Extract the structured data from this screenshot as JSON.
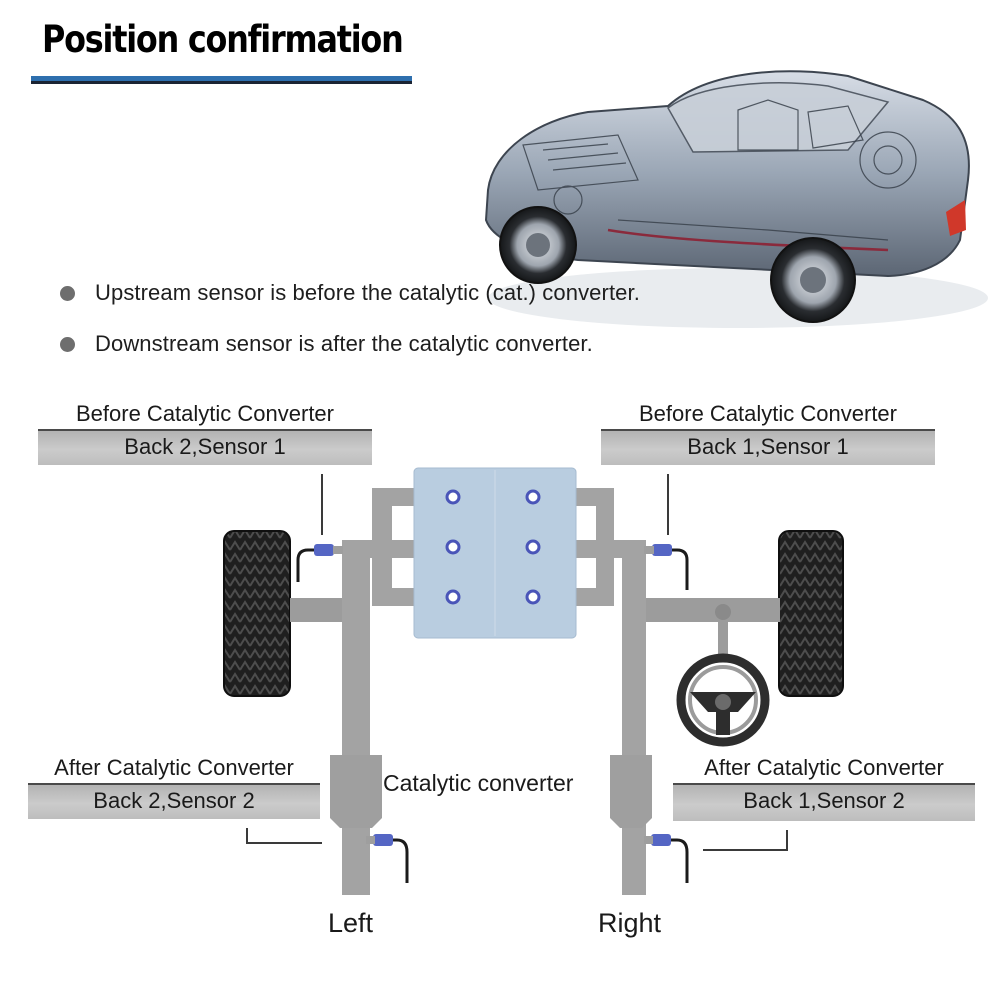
{
  "title": "Position confirmation",
  "bullets": [
    "Upstream sensor is before the catalytic (cat.) converter.",
    "Downstream sensor is after the catalytic converter."
  ],
  "labels": {
    "top_left": {
      "heading": "Before Catalytic Converter",
      "sub": "Back 2,Sensor 1"
    },
    "top_right": {
      "heading": "Before Catalytic Converter",
      "sub": "Back 1,Sensor 1"
    },
    "bottom_left": {
      "heading": "After Catalytic Converter",
      "sub": "Back 2,Sensor 2"
    },
    "bottom_right": {
      "heading": "After Catalytic Converter",
      "sub": "Back 1,Sensor 2"
    }
  },
  "catalytic_label": "Catalytic converter",
  "side_left": "Left",
  "side_right": "Right",
  "colors": {
    "title_underline": "#2e6fae",
    "pipe_gray": "#a3a3a3",
    "engine_blue": "#b9cde0",
    "sensor_blue": "#5466c4",
    "label_band": "#c2c2c2"
  },
  "icons": [
    "car-illustration",
    "engine-block",
    "steering-wheel-icon",
    "tire-icon",
    "oxygen-sensor-icon"
  ]
}
